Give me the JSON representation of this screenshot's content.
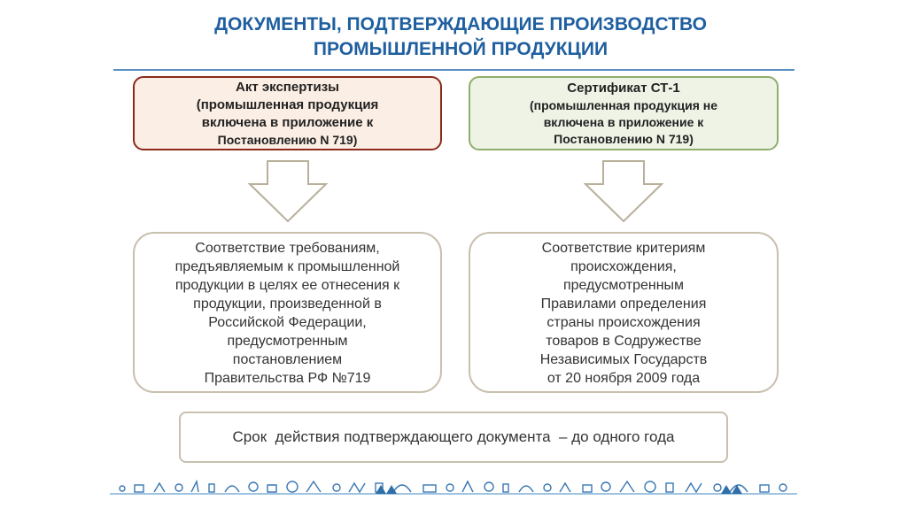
{
  "header": {
    "title_line1": "ДОКУМЕНТЫ, ПОДТВЕРЖДАЮЩИЕ ПРОИЗВОДСТВО",
    "title_line2": "ПРОМЫШЛЕННОЙ ПРОДУКЦИИ"
  },
  "left_doc": {
    "line1": "Акт экспертизы",
    "line2": "(промышленная продукция",
    "line3": "включена в приложение к",
    "line4": "Постановлению N 719)"
  },
  "right_doc": {
    "line1": "Сертификат СТ-1",
    "line2": "(промышленная продукция не",
    "line3": "включена в приложение к",
    "line4": "Постановлению N 719)"
  },
  "left_detail": [
    "Соответствие требованиям,",
    "предъявляемым к промышленной",
    "продукции в целях ее отнесения к",
    "продукции, произведенной в",
    "Российской Федерации,",
    "предусмотренным",
    "постановлением",
    "Правительства РФ №719"
  ],
  "right_detail": [
    "Соответствие критериям",
    "происхождения,",
    "предусмотренным",
    "Правилами определения",
    "страны происхождения",
    "товаров в Содружестве",
    "Независимых Государств",
    "от 20 ноября 2009 года"
  ],
  "validity": {
    "text": "Срок  действия подтверждающего документа  – до одного года"
  },
  "colors": {
    "title": "#1f5f9f",
    "left_border": "#8a2a1a",
    "right_border": "#8fae6a",
    "footer_accent": "#2f6fa8"
  }
}
